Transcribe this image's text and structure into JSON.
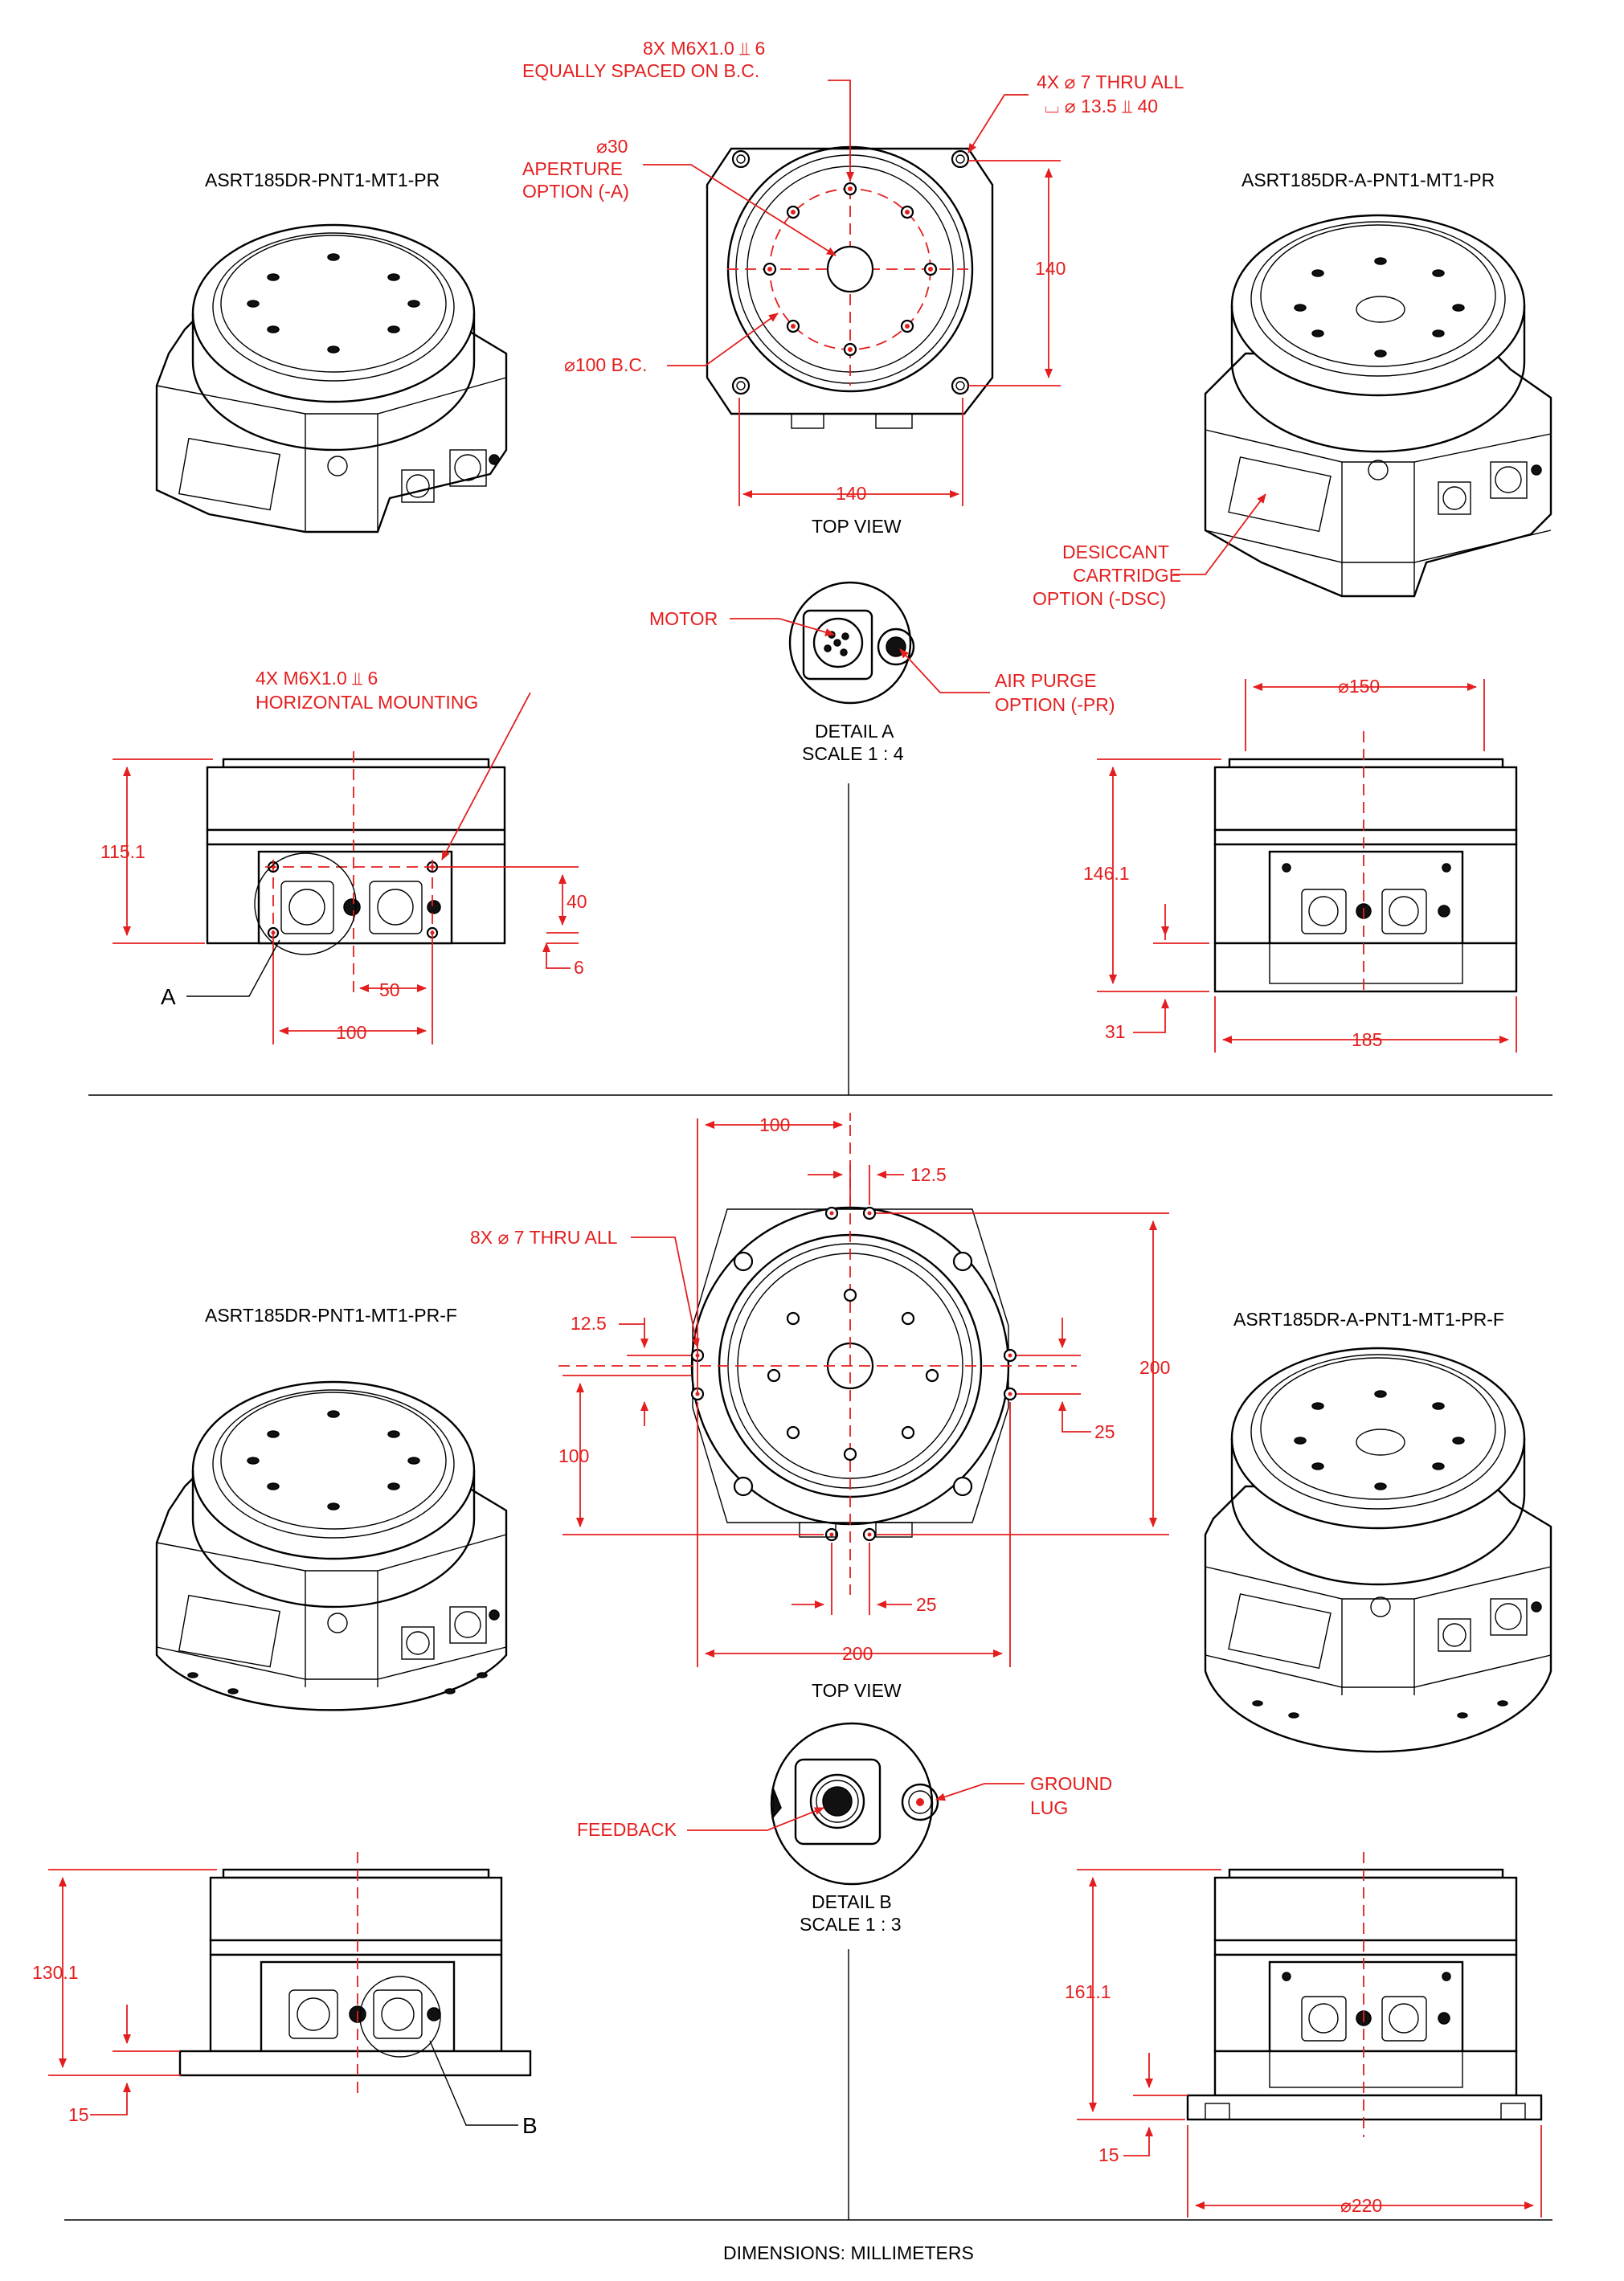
{
  "models": {
    "top_left": "ASRT185DR-PNT1-MT1-PR",
    "top_right": "ASRT185DR-A-PNT1-MT1-PR",
    "bottom_left": "ASRT185DR-PNT1-MT1-PR-F",
    "bottom_right": "ASRT185DR-A-PNT1-MT1-PR-F"
  },
  "top_view_1": {
    "caption": "TOP VIEW",
    "note_holes_1": "8X M6X1.0 ⫫ 6",
    "note_holes_2": "EQUALLY SPACED ON B.C.",
    "note_thru_1": "4X ⌀ 7 THRU ALL",
    "note_thru_2": "⌴ ⌀ 13.5 ⫫ 40",
    "aperture_1": "⌀30",
    "aperture_2": "APERTURE",
    "aperture_3": "OPTION (-A)",
    "bc": "⌀100 B.C.",
    "dim_side": "140",
    "dim_bottom": "140"
  },
  "iso_top_right": {
    "desiccant_1": "DESICCANT",
    "desiccant_2": "CARTRIDGE",
    "desiccant_3": "OPTION (-DSC)"
  },
  "detail_a": {
    "motor": "MOTOR",
    "air_purge_1": "AIR PURGE",
    "air_purge_2": "OPTION (-PR)",
    "title": "DETAIL A",
    "scale": "SCALE 1 : 4"
  },
  "front_view_1": {
    "note_1": "4X M6X1.0 ⫫ 6",
    "note_2": "HORIZONTAL MOUNTING",
    "height": "115.1",
    "d40": "40",
    "d6": "6",
    "d50": "50",
    "d100": "100",
    "callout": "A"
  },
  "side_view_1": {
    "dia": "⌀150",
    "height": "146.1",
    "d31": "31",
    "d185": "185"
  },
  "top_view_2": {
    "caption": "TOP VIEW",
    "d100_top": "100",
    "d12_5_top": "12.5",
    "note": "8X ⌀ 7 THRU ALL",
    "d12_5_left": "12.5",
    "d100_left": "100",
    "d200_right": "200",
    "d25_right": "25",
    "d25_bottom": "25",
    "d200_bottom": "200"
  },
  "detail_b": {
    "ground_1": "GROUND",
    "ground_2": "LUG",
    "feedback": "FEEDBACK",
    "title": "DETAIL B",
    "scale": "SCALE 1 : 3"
  },
  "front_view_2": {
    "height": "130.1",
    "d15": "15",
    "callout": "B"
  },
  "side_view_2": {
    "height": "161.1",
    "d15": "15",
    "dia": "⌀220"
  },
  "footer": "DIMENSIONS:  MILLIMETERS"
}
